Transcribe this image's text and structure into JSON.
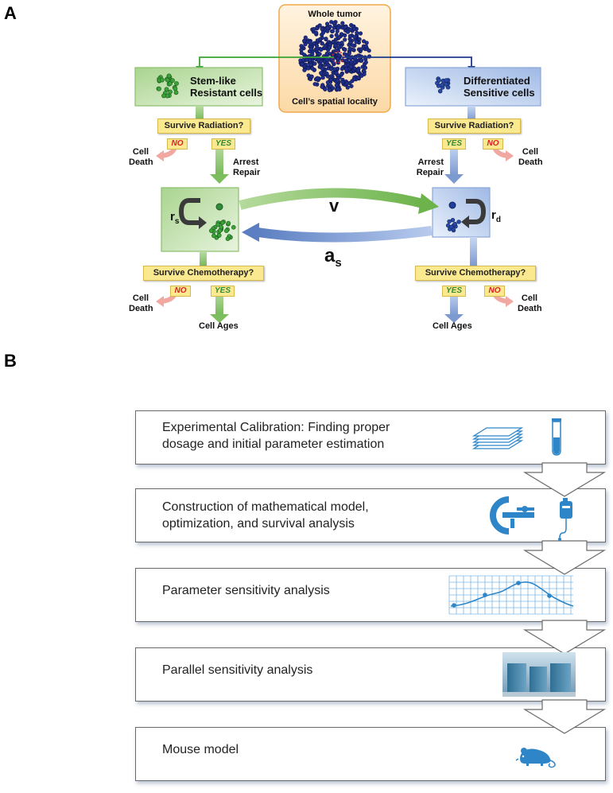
{
  "panel_a": {
    "label": "A",
    "whole_tumor": "Whole tumor",
    "spatial_locality": "Cell’s spatial locality",
    "stem_line1": "Stem-like",
    "stem_line2": "Resistant cells",
    "diff_line1": "Differentiated",
    "diff_line2": "Sensitive cells",
    "survive_radiation": "Survive Radiation?",
    "survive_chemo": "Survive Chemotherapy?",
    "no": "NO",
    "yes": "YES",
    "cell_death_1": "Cell",
    "cell_death_2": "Death",
    "arrest": "Arrest",
    "repair": "Repair",
    "cell_ages": "Cell Ages",
    "v": "v",
    "a": "a",
    "a_sub": "s",
    "r": "r",
    "rs_sub": "s",
    "rd_sub": "d"
  },
  "panel_b": {
    "label": "B",
    "steps": [
      {
        "line1": "Experimental Calibration: Finding proper",
        "line2": "dosage and initial parameter estimation"
      },
      {
        "line1": "Construction of mathematical model,",
        "line2": "optimization, and survival analysis"
      },
      {
        "line1": "Parameter sensitivity analysis",
        "line2": ""
      },
      {
        "line1": "Parallel sensitivity analysis",
        "line2": ""
      },
      {
        "line1": "Mouse model",
        "line2": ""
      }
    ]
  },
  "colors": {
    "green": "#6ab04c",
    "green_light": "#cfe6bf",
    "blue": "#5b7fc2",
    "blue_light": "#d3e0f3",
    "tumor_blue": "#1f2f8a",
    "orange_border": "#f0a94a",
    "orange_fill": "#fde6c3",
    "yellow": "#fbe98f",
    "icon_blue": "#2e86c9"
  }
}
